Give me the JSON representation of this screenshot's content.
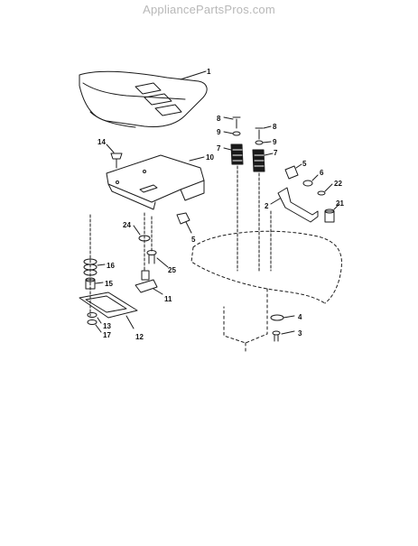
{
  "watermark": "AppliancePartsPros.com",
  "callouts": {
    "c1": "1",
    "c2": "2",
    "c3": "3",
    "c4": "4",
    "c5a": "5",
    "c5b": "5",
    "c6": "6",
    "c7a": "7",
    "c7b": "7",
    "c8a": "8",
    "c8b": "8",
    "c9a": "9",
    "c9b": "9",
    "c10": "10",
    "c11": "11",
    "c12": "12",
    "c13": "13",
    "c14": "14",
    "c15": "15",
    "c16": "16",
    "c17": "17",
    "c21": "21",
    "c22": "22",
    "c24": "24",
    "c25": "25"
  },
  "colors": {
    "line": "#1a1a1a",
    "watermark": "#b8b8b8"
  }
}
